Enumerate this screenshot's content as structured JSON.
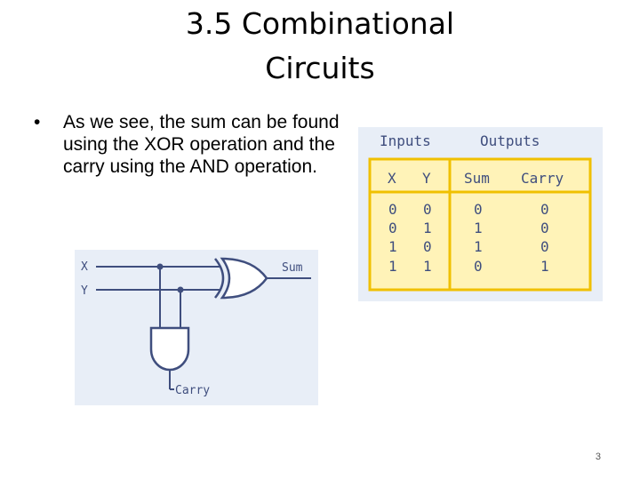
{
  "slide": {
    "title_line1": "3.5 Combinational",
    "title_line2": "Circuits",
    "bullet_marker": "•",
    "bullet_text": "As we see, the sum can be found using the XOR operation and the carry using the AND operation.",
    "page_number": "3"
  },
  "circuit": {
    "input_x": "X",
    "input_y": "Y",
    "output_sum": "Sum",
    "output_carry": "Carry"
  },
  "truth_table": {
    "group_inputs": "Inputs",
    "group_outputs": "Outputs",
    "headers": [
      "X",
      "Y",
      "Sum",
      "Carry"
    ],
    "rows": [
      [
        "0",
        "0",
        "0",
        "0"
      ],
      [
        "0",
        "1",
        "1",
        "0"
      ],
      [
        "1",
        "0",
        "1",
        "0"
      ],
      [
        "1",
        "1",
        "0",
        "1"
      ]
    ]
  },
  "colors": {
    "panel_bg": "#e8eef7",
    "table_fill": "#fff3b8",
    "table_border": "#f0c000",
    "ink": "#3f4e7e"
  }
}
